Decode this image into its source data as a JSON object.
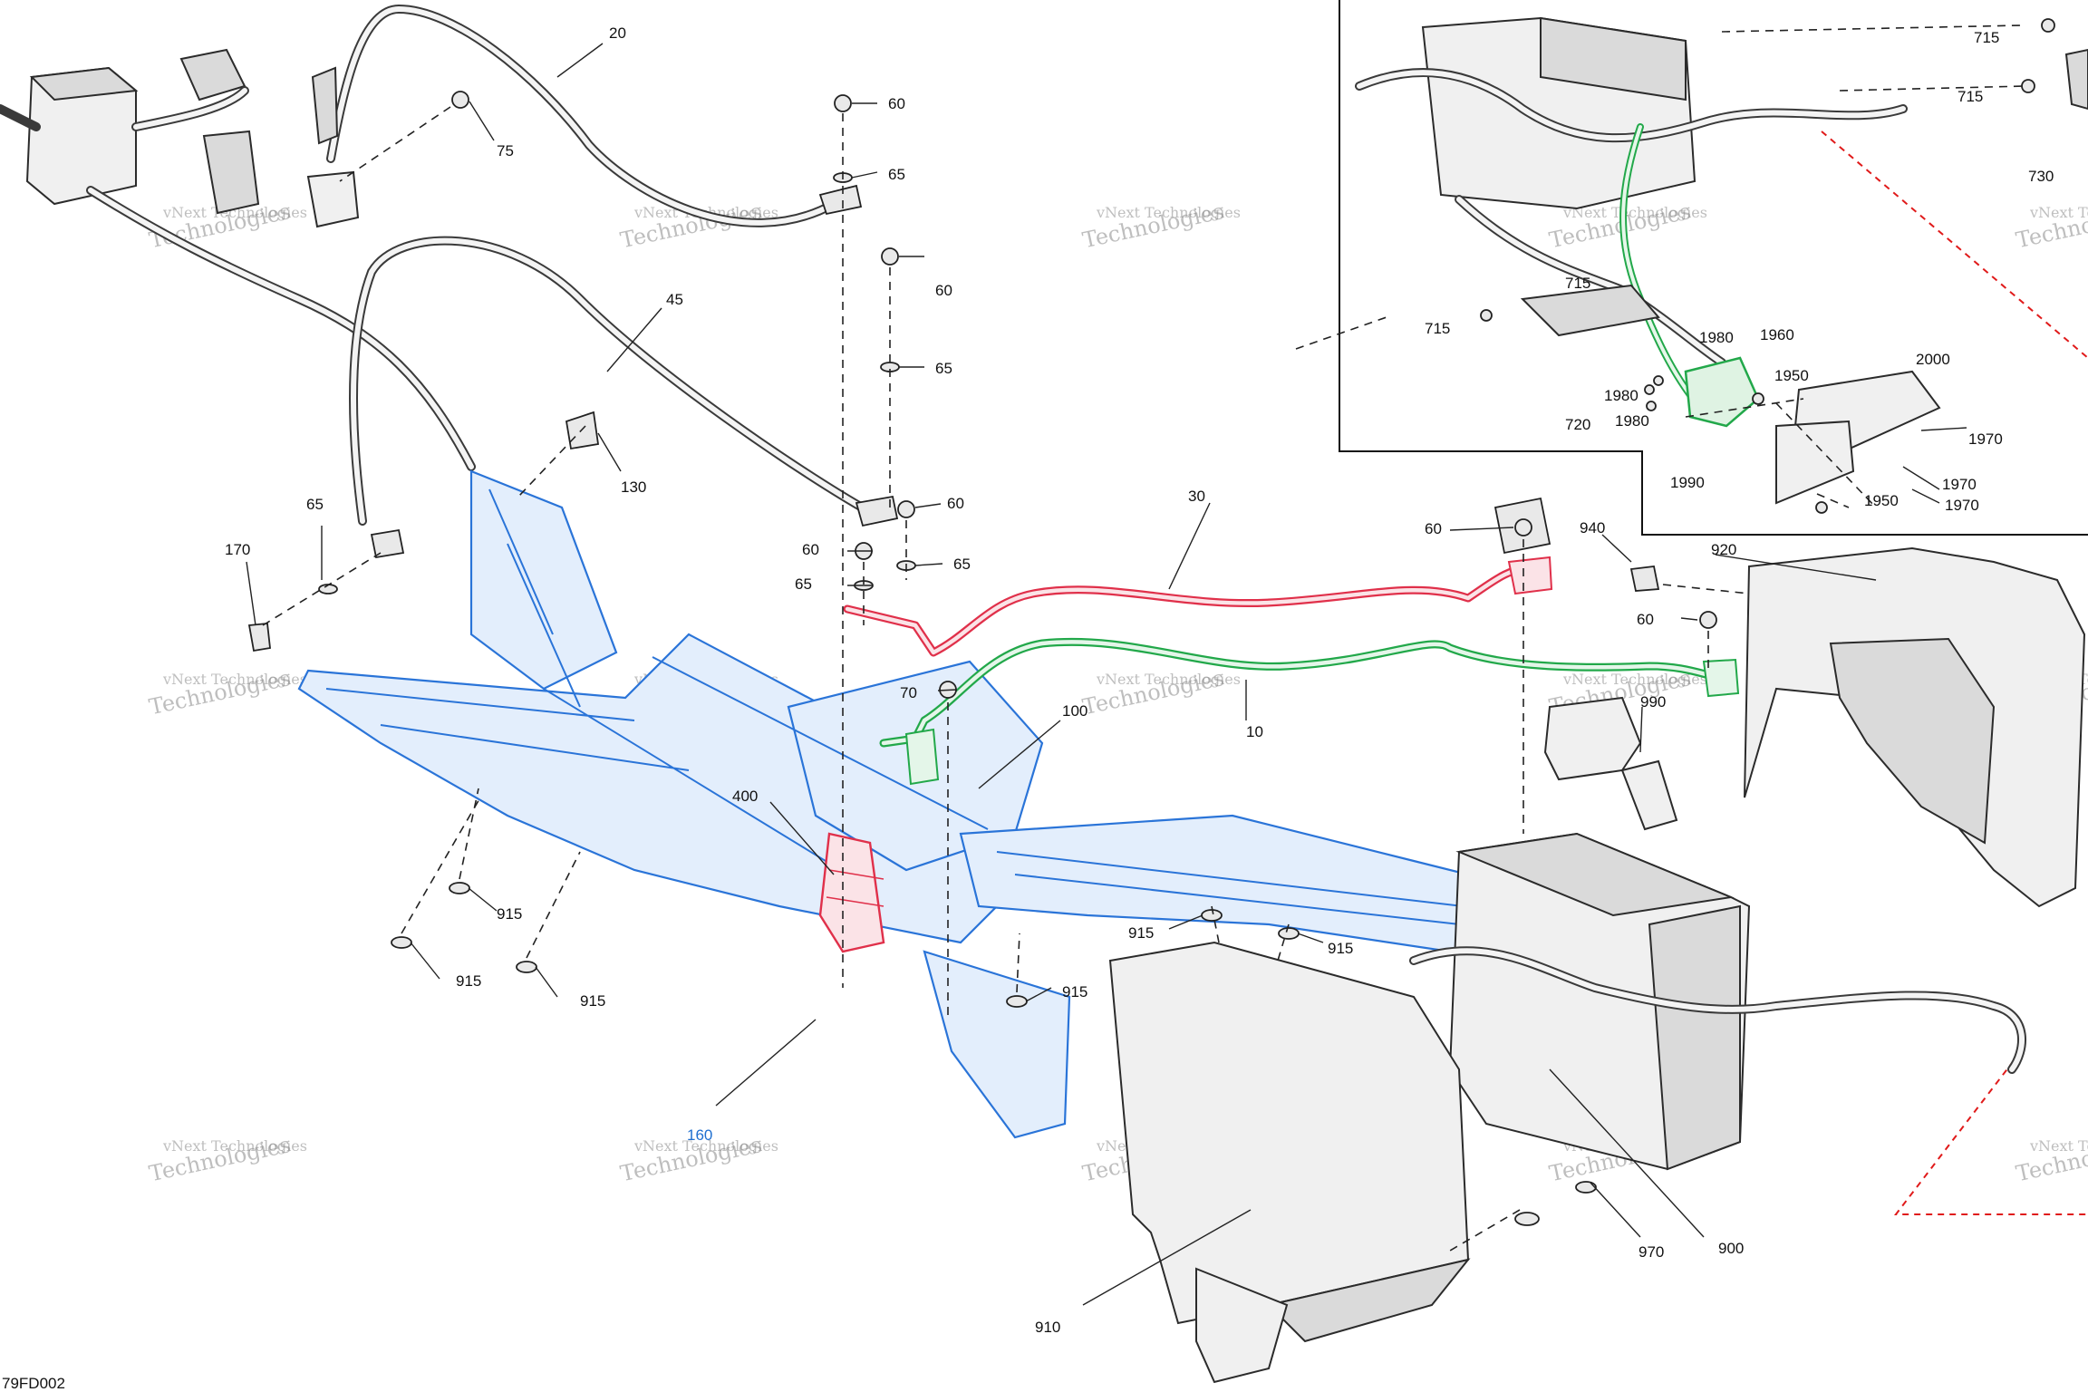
{
  "diagram": {
    "drawing_code": "79FD002",
    "watermark": {
      "line1": "vNext Technologies",
      "line2": "Technologies"
    },
    "colors": {
      "highlight_red": "#e0304a",
      "highlight_green": "#22a84a",
      "highlight_blue": "#2a74d8",
      "leader_red_dash": "#e01a1a"
    },
    "callouts": [
      "20",
      "75",
      "60",
      "65",
      "60",
      "65",
      "45",
      "130",
      "65",
      "170",
      "60",
      "65",
      "60",
      "65",
      "30",
      "60",
      "940",
      "920",
      "60",
      "70",
      "100",
      "10",
      "400",
      "990",
      "915",
      "915",
      "915",
      "915",
      "915",
      "915",
      "160",
      "910",
      "970",
      "900",
      "715",
      "715",
      "715",
      "715",
      "730",
      "1980",
      "1960",
      "1950",
      "2000",
      "1980",
      "1980",
      "720",
      "1970",
      "1990",
      "1970",
      "1950",
      "1970"
    ]
  }
}
